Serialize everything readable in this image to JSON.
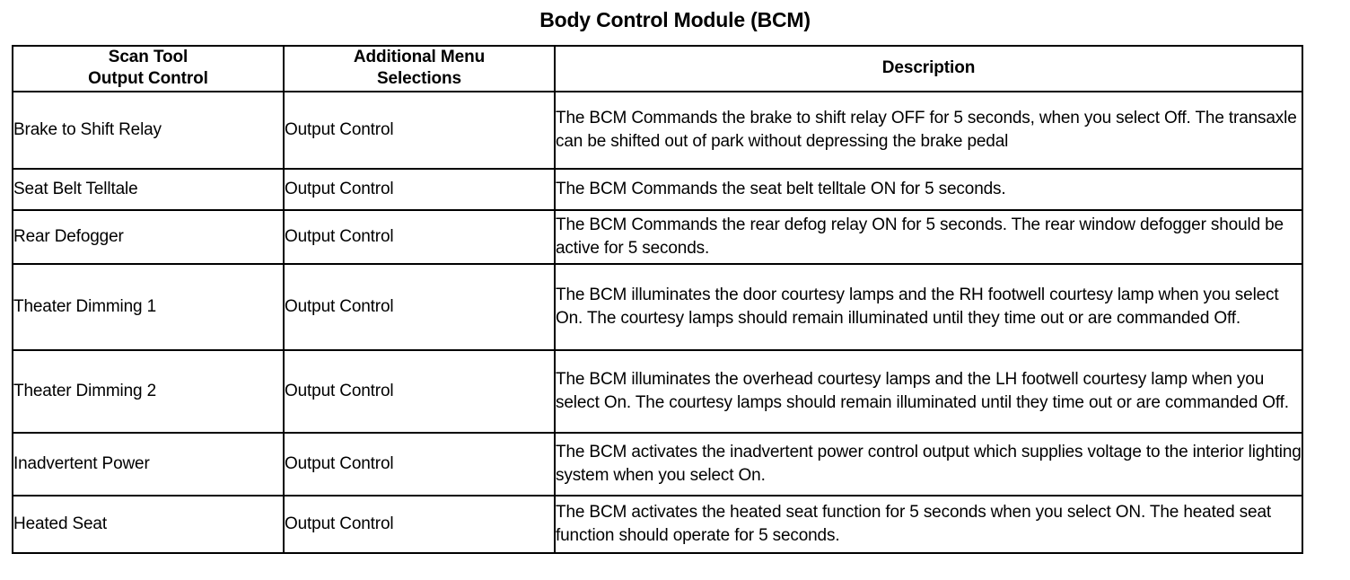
{
  "document": {
    "title": "Body Control Module (BCM)"
  },
  "table": {
    "headers": [
      {
        "line1": "Scan Tool",
        "line2": "Output Control"
      },
      {
        "line1": "Additional Menu",
        "line2": "Selections"
      },
      {
        "line1": "Description",
        "line2": ""
      }
    ],
    "rows": [
      {
        "scan_tool_output_control": "Brake to Shift Relay",
        "additional_menu_selections": "Output Control",
        "description": "The BCM Commands the brake to shift relay OFF for 5 seconds, when you select Off. The transaxle can be shifted out of park without depressing the brake pedal"
      },
      {
        "scan_tool_output_control": "Seat Belt Telltale",
        "additional_menu_selections": "Output Control",
        "description": "The BCM Commands the seat belt telltale ON for 5 seconds."
      },
      {
        "scan_tool_output_control": "Rear Defogger",
        "additional_menu_selections": "Output Control",
        "description": "The BCM Commands the rear defog relay ON for 5 seconds. The rear window defogger should be active for 5 seconds."
      },
      {
        "scan_tool_output_control": "Theater Dimming 1",
        "additional_menu_selections": "Output Control",
        "description": "The BCM illuminates the door courtesy lamps and the RH footwell courtesy lamp when you select On. The courtesy lamps should remain illuminated until they time out or are commanded Off."
      },
      {
        "scan_tool_output_control": "Theater Dimming 2",
        "additional_menu_selections": "Output Control",
        "description": "The BCM illuminates the overhead courtesy lamps and the LH footwell courtesy lamp when you select On. The courtesy lamps should remain illuminated until they time out or are commanded Off."
      },
      {
        "scan_tool_output_control": "Inadvertent Power",
        "additional_menu_selections": "Output Control",
        "description": "The BCM activates the inadvertent power control output which supplies voltage to the interior lighting system when you select On."
      },
      {
        "scan_tool_output_control": "Heated Seat",
        "additional_menu_selections": "Output Control",
        "description": "The BCM activates the heated seat function for 5 seconds when you select ON. The heated seat function should operate for 5 seconds."
      }
    ]
  },
  "colors": {
    "ink": "#000000",
    "paper": "#ffffff"
  }
}
